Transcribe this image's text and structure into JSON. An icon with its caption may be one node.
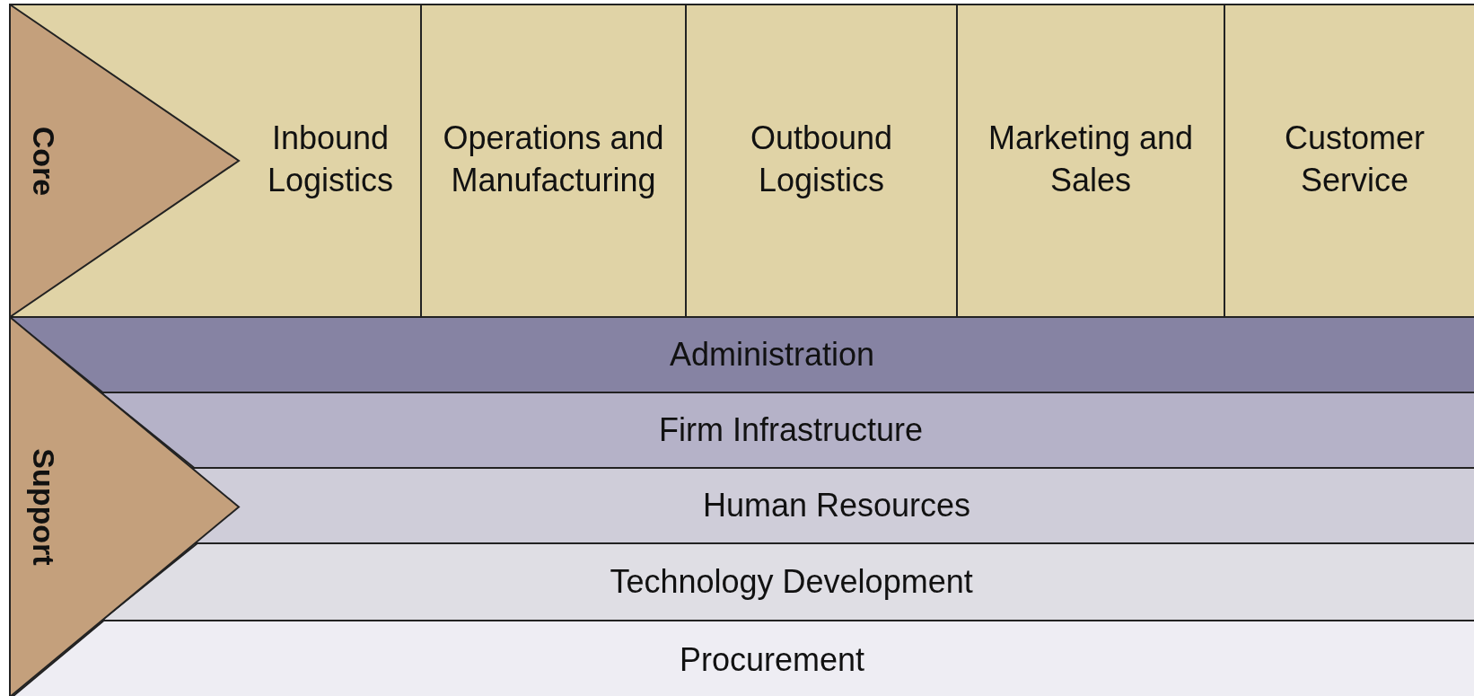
{
  "diagram": {
    "nodes": [
      {
        "text": [
          "Core"
        ]
      },
      {
        "text": [
          "Inbound Logistics"
        ]
      },
      {
        "text": [
          "Operations and Manufacturing"
        ]
      },
      {
        "text": [
          "Outbound Logistics"
        ]
      },
      {
        "text": [
          "Marketing and Sales"
        ]
      },
      {
        "text": [
          "Customer Service"
        ]
      },
      {
        "text": [
          "Support"
        ]
      },
      {
        "text": [
          "Administration"
        ]
      },
      {
        "text": [
          "Firm Infrastructure"
        ]
      },
      {
        "text": [
          "Human Resources"
        ]
      },
      {
        "text": [
          "Technology Development"
        ]
      },
      {
        "text": [
          "Procurement"
        ]
      }
    ],
    "edges": []
  }
}
